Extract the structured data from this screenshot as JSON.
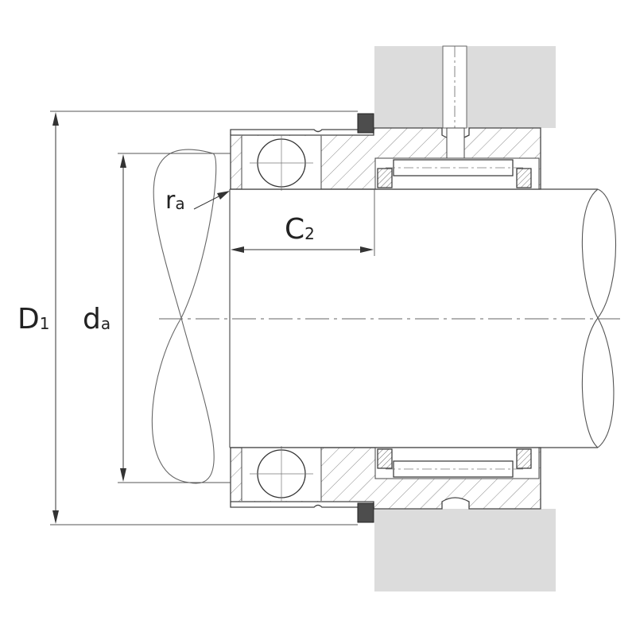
{
  "labels": {
    "D1": {
      "main": "D",
      "sub": "1"
    },
    "da": {
      "main": "d",
      "sub": "a"
    },
    "ra": {
      "main": "r",
      "sub": "a"
    },
    "C2": {
      "main": "C",
      "sub": "2"
    }
  },
  "colors": {
    "housing": "#dcdcdc",
    "line": "#4a4a4a",
    "thin": "#666666",
    "hatch": "#8a8a8a",
    "seal": "#4d4d4d"
  }
}
